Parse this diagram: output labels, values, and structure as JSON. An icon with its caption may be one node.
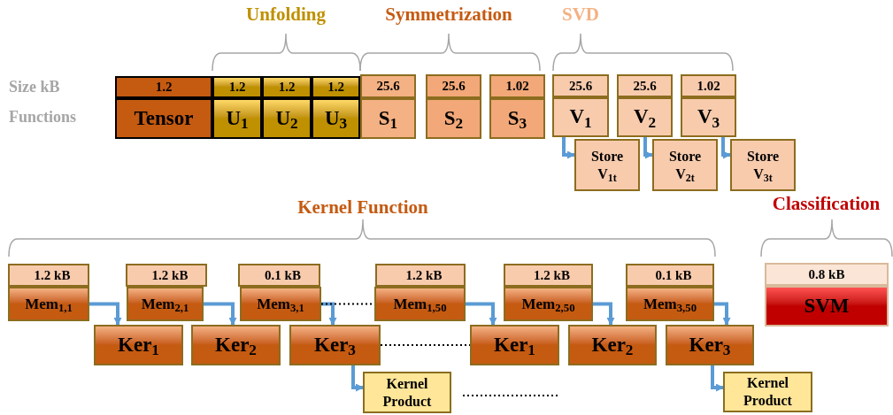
{
  "diagram": {
    "nodes": [
      {
        "text": [
          "1.2"
        ]
      },
      {
        "text": [
          "Tensor"
        ]
      },
      {
        "text": [
          "1.2"
        ]
      },
      {
        "text": [
          "U$_{1}$"
        ]
      },
      {
        "text": [
          "1.2"
        ]
      },
      {
        "text": [
          "U$_{2}$"
        ]
      },
      {
        "text": [
          "1.2"
        ]
      },
      {
        "text": [
          "U$_{3}$"
        ]
      },
      {
        "text": [
          "25.6"
        ]
      },
      {
        "text": [
          "S$_{1}$"
        ]
      },
      {
        "text": [
          "25.6"
        ]
      },
      {
        "text": [
          "S$_{2}$"
        ]
      },
      {
        "text": [
          "1.02"
        ]
      },
      {
        "text": [
          "S$_{3}$"
        ]
      },
      {
        "text": [
          "25.6"
        ]
      },
      {
        "text": [
          "V$_{1}$"
        ]
      },
      {
        "text": [
          "25.6"
        ]
      },
      {
        "text": [
          "V$_{2}$"
        ]
      },
      {
        "text": [
          "1.02"
        ]
      },
      {
        "text": [
          "V$_{3}$"
        ]
      },
      {
        "text": [
          "Store V$_{1t}$"
        ]
      },
      {
        "text": [
          "Store V$_{2t}$"
        ]
      },
      {
        "text": [
          "Store V$_{3t}$"
        ]
      },
      {
        "text": [
          "1.2 kB"
        ]
      },
      {
        "text": [
          "Mem$_{1,1}$"
        ]
      },
      {
        "text": [
          "1.2 kB"
        ]
      },
      {
        "text": [
          "Mem$_{2,1}$"
        ]
      },
      {
        "text": [
          "0.1 kB"
        ]
      },
      {
        "text": [
          "Mem$_{3,1}$"
        ]
      },
      {
        "text": [
          "Ker$_{1}$"
        ]
      },
      {
        "text": [
          "Ker$_{2}$"
        ]
      },
      {
        "text": [
          "Ker$_{3}$"
        ]
      },
      {
        "text": [
          "Kernel Product"
        ]
      },
      {
        "text": [
          "1.2 kB"
        ]
      },
      {
        "text": [
          "Mem$_{1,50}$"
        ]
      },
      {
        "text": [
          "1.2 kB"
        ]
      },
      {
        "text": [
          "Mem$_{2,50}$"
        ]
      },
      {
        "text": [
          "0.1 kB"
        ]
      },
      {
        "text": [
          "Mem$_{3,50}$"
        ]
      },
      {
        "text": [
          "Ker$_{1}$"
        ]
      },
      {
        "text": [
          "Ker$_{2}$"
        ]
      },
      {
        "text": [
          "Ker$_{3}$"
        ]
      },
      {
        "text": [
          "Kernel Product"
        ]
      },
      {
        "text": [
          "0.8 kB"
        ]
      },
      {
        "text": [
          "SVM"
        ]
      }
    ],
    "edges": [
      {
        "from": 15,
        "to": 20,
        "arrow": "to"
      },
      {
        "from": 17,
        "to": 21,
        "arrow": "to"
      },
      {
        "from": 19,
        "to": 22,
        "arrow": "to"
      },
      {
        "from": 24,
        "to": 29,
        "arrow": "to"
      },
      {
        "from": 26,
        "to": 30,
        "arrow": "to"
      },
      {
        "from": 28,
        "to": 31,
        "arrow": "to"
      },
      {
        "from": 31,
        "to": 32,
        "arrow": "to"
      },
      {
        "from": 34,
        "to": 39,
        "arrow": "to"
      },
      {
        "from": 36,
        "to": 40,
        "arrow": "to"
      },
      {
        "from": 38,
        "to": 41,
        "arrow": "to"
      },
      {
        "from": 41,
        "to": 42,
        "arrow": "to"
      },
      {
        "from": 28,
        "to": 34,
        "arrow": "none",
        "style": "dashed",
        "color": "#000000"
      },
      {
        "from": 31,
        "to": 39,
        "arrow": "none",
        "style": "dashed",
        "color": "#000000"
      }
    ],
    "labels": [
      "Unfolding",
      "Symmetrization",
      "SVD",
      "Size kB",
      "Functions",
      "Kernel Function",
      "Classification"
    ]
  }
}
